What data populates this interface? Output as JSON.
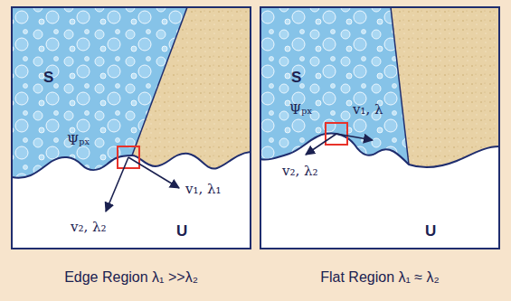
{
  "diagram": {
    "labels": [
      "S",
      "Ψₚₓ",
      "v₁, λ₁",
      "v₂, λ₂",
      "U",
      "Edge Region λ₁ >>λ₂",
      "S",
      "Ψₚₓ",
      "v₁, λ",
      "v₂, λ₂",
      "U",
      "Flat Region λ₁ ≈ λ₂"
    ]
  }
}
